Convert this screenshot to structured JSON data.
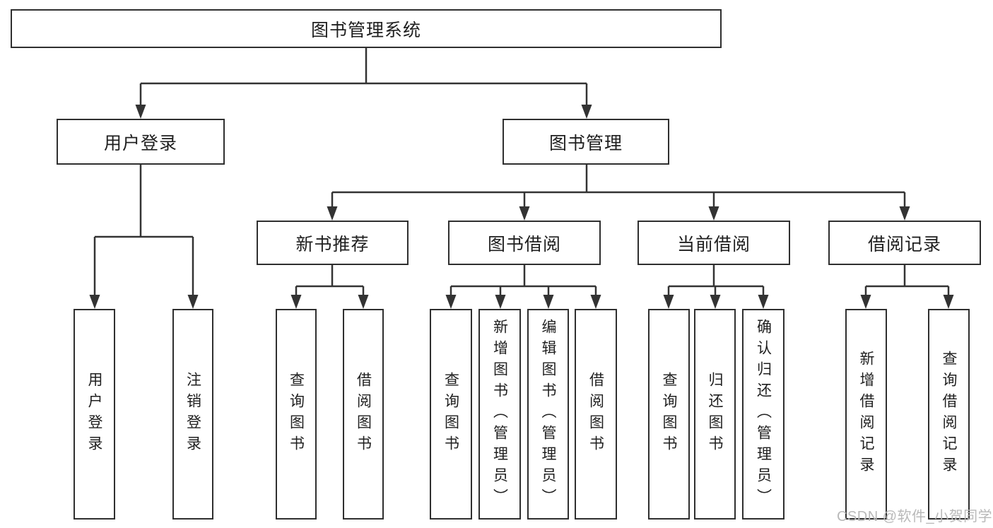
{
  "tree": {
    "label": "图书管理系统",
    "children": [
      {
        "label": "用户登录",
        "children": [
          {
            "label": "用户登录"
          },
          {
            "label": "注销登录"
          }
        ]
      },
      {
        "label": "图书管理",
        "children": [
          {
            "label": "新书推荐",
            "children": [
              {
                "label": "查询图书"
              },
              {
                "label": "借阅图书"
              }
            ]
          },
          {
            "label": "图书借阅",
            "children": [
              {
                "label": "查询图书"
              },
              {
                "label": "新增图书（管理员）"
              },
              {
                "label": "编辑图书（管理员）"
              },
              {
                "label": "借阅图书"
              }
            ]
          },
          {
            "label": "当前借阅",
            "children": [
              {
                "label": "查询图书"
              },
              {
                "label": "归还图书"
              },
              {
                "label": "确认归还（管理员）"
              }
            ]
          },
          {
            "label": "借阅记录",
            "children": [
              {
                "label": "新增借阅记录"
              },
              {
                "label": "查询借阅记录"
              }
            ]
          }
        ]
      }
    ]
  },
  "watermark": {
    "text": "CSDN @软件_小贺同学"
  },
  "colors": {
    "line": "#333333",
    "box_border": "#2f2f2f",
    "text": "#1f1f1f",
    "background": "#ffffff",
    "watermark": "#b9b9b9"
  }
}
